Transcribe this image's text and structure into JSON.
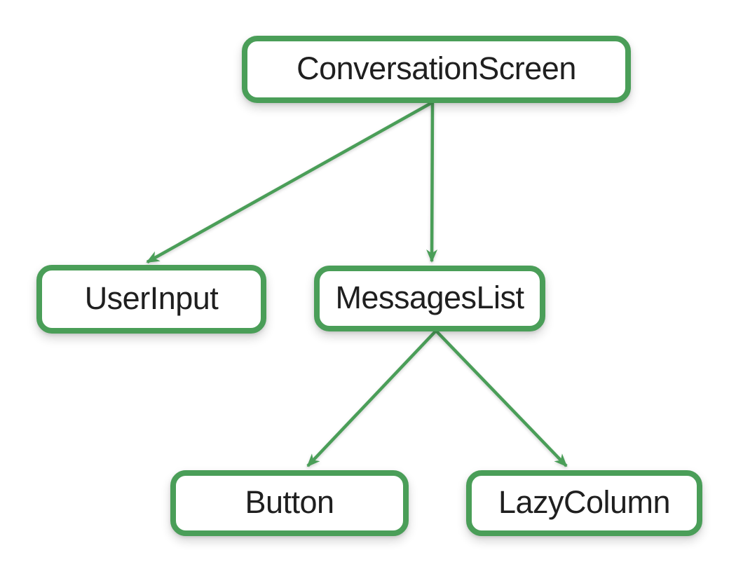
{
  "diagram": {
    "background_color": "#ffffff",
    "accent_color": "#4a9e58",
    "text_color": "#1f1f1f",
    "nodes": [
      {
        "id": "conversation-screen",
        "label": "ConversationScreen"
      },
      {
        "id": "user-input",
        "label": "UserInput"
      },
      {
        "id": "messages-list",
        "label": "MessagesList"
      },
      {
        "id": "button",
        "label": "Button"
      },
      {
        "id": "lazy-column",
        "label": "LazyColumn"
      }
    ],
    "edges": [
      {
        "from": "ConversationScreen",
        "to": "UserInput"
      },
      {
        "from": "ConversationScreen",
        "to": "MessagesList"
      },
      {
        "from": "MessagesList",
        "to": "Button"
      },
      {
        "from": "MessagesList",
        "to": "LazyColumn"
      }
    ]
  }
}
